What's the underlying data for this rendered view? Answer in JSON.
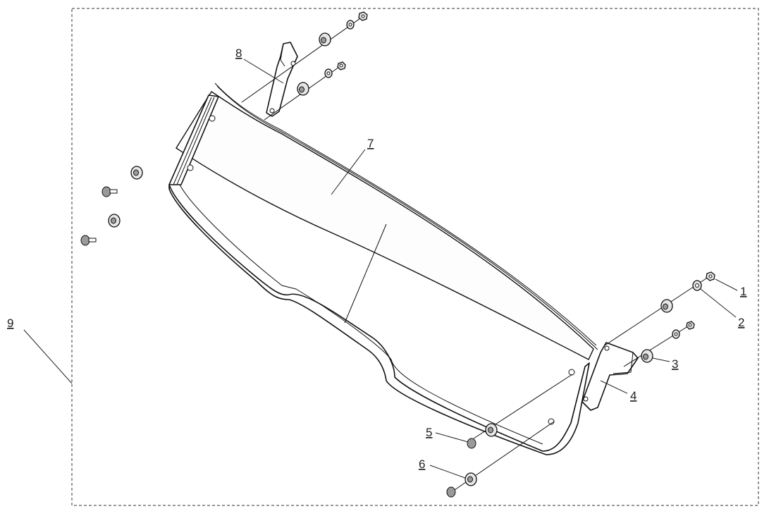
{
  "callouts": [
    {
      "id": "1",
      "text": "1"
    },
    {
      "id": "2",
      "text": "2"
    },
    {
      "id": "3",
      "text": "3"
    },
    {
      "id": "4",
      "text": "4"
    },
    {
      "id": "5",
      "text": "5"
    },
    {
      "id": "6",
      "text": "6"
    },
    {
      "id": "7",
      "text": "7"
    },
    {
      "id": "8",
      "text": "8"
    },
    {
      "id": "9",
      "text": "9"
    }
  ],
  "colors": {
    "line": "#111111",
    "background": "#ffffff",
    "hardware_fill": "#e6e6e6"
  }
}
